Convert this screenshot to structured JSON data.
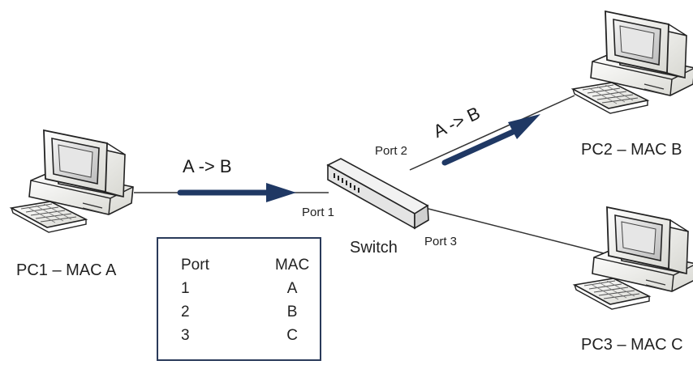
{
  "nodes": {
    "pc1": {
      "label": "PC1 – MAC A"
    },
    "pc2": {
      "label": "PC2 – MAC B"
    },
    "pc3": {
      "label": "PC3 – MAC C"
    },
    "switch": {
      "label": "Switch"
    }
  },
  "ports": {
    "port1": "Port 1",
    "port2": "Port 2",
    "port3": "Port 3"
  },
  "flows": {
    "ingress": "A -> B",
    "egress": "A -> B"
  },
  "mac_table": {
    "headers": [
      "Port",
      "MAC"
    ],
    "rows": [
      [
        "1",
        "A"
      ],
      [
        "2",
        "B"
      ],
      [
        "3",
        "C"
      ]
    ]
  },
  "colors": {
    "arrow": "#1f3864",
    "line": "#333333",
    "table_border": "#2a3a5a"
  },
  "icons": {
    "pc": "desktop-computer-icon",
    "switch": "network-switch-icon"
  }
}
